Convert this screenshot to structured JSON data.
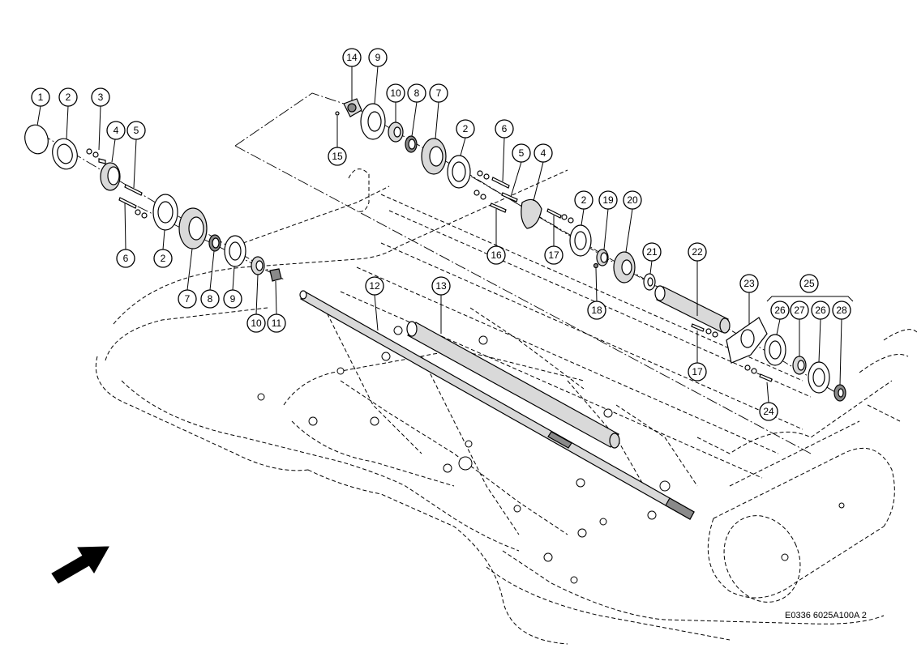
{
  "drawing_code": "E0336 6025A100A 2",
  "callouts": [
    {
      "label": "1"
    },
    {
      "label": "2"
    },
    {
      "label": "3"
    },
    {
      "label": "4"
    },
    {
      "label": "5"
    },
    {
      "label": "6"
    },
    {
      "label": "2"
    },
    {
      "label": "7"
    },
    {
      "label": "8"
    },
    {
      "label": "9"
    },
    {
      "label": "10"
    },
    {
      "label": "11"
    },
    {
      "label": "14"
    },
    {
      "label": "9"
    },
    {
      "label": "10"
    },
    {
      "label": "8"
    },
    {
      "label": "7"
    },
    {
      "label": "15"
    },
    {
      "label": "2"
    },
    {
      "label": "6"
    },
    {
      "label": "5"
    },
    {
      "label": "4"
    },
    {
      "label": "16"
    },
    {
      "label": "17"
    },
    {
      "label": "2"
    },
    {
      "label": "19"
    },
    {
      "label": "20"
    },
    {
      "label": "18"
    },
    {
      "label": "21"
    },
    {
      "label": "22"
    },
    {
      "label": "12"
    },
    {
      "label": "13"
    },
    {
      "label": "23"
    },
    {
      "label": "25"
    },
    {
      "label": "26"
    },
    {
      "label": "27"
    },
    {
      "label": "26"
    },
    {
      "label": "28"
    },
    {
      "label": "17"
    },
    {
      "label": "24"
    }
  ],
  "icons": {
    "direction_arrow": "arrow-up-right-icon"
  },
  "colors": {
    "line": "#000000",
    "background": "#ffffff"
  }
}
